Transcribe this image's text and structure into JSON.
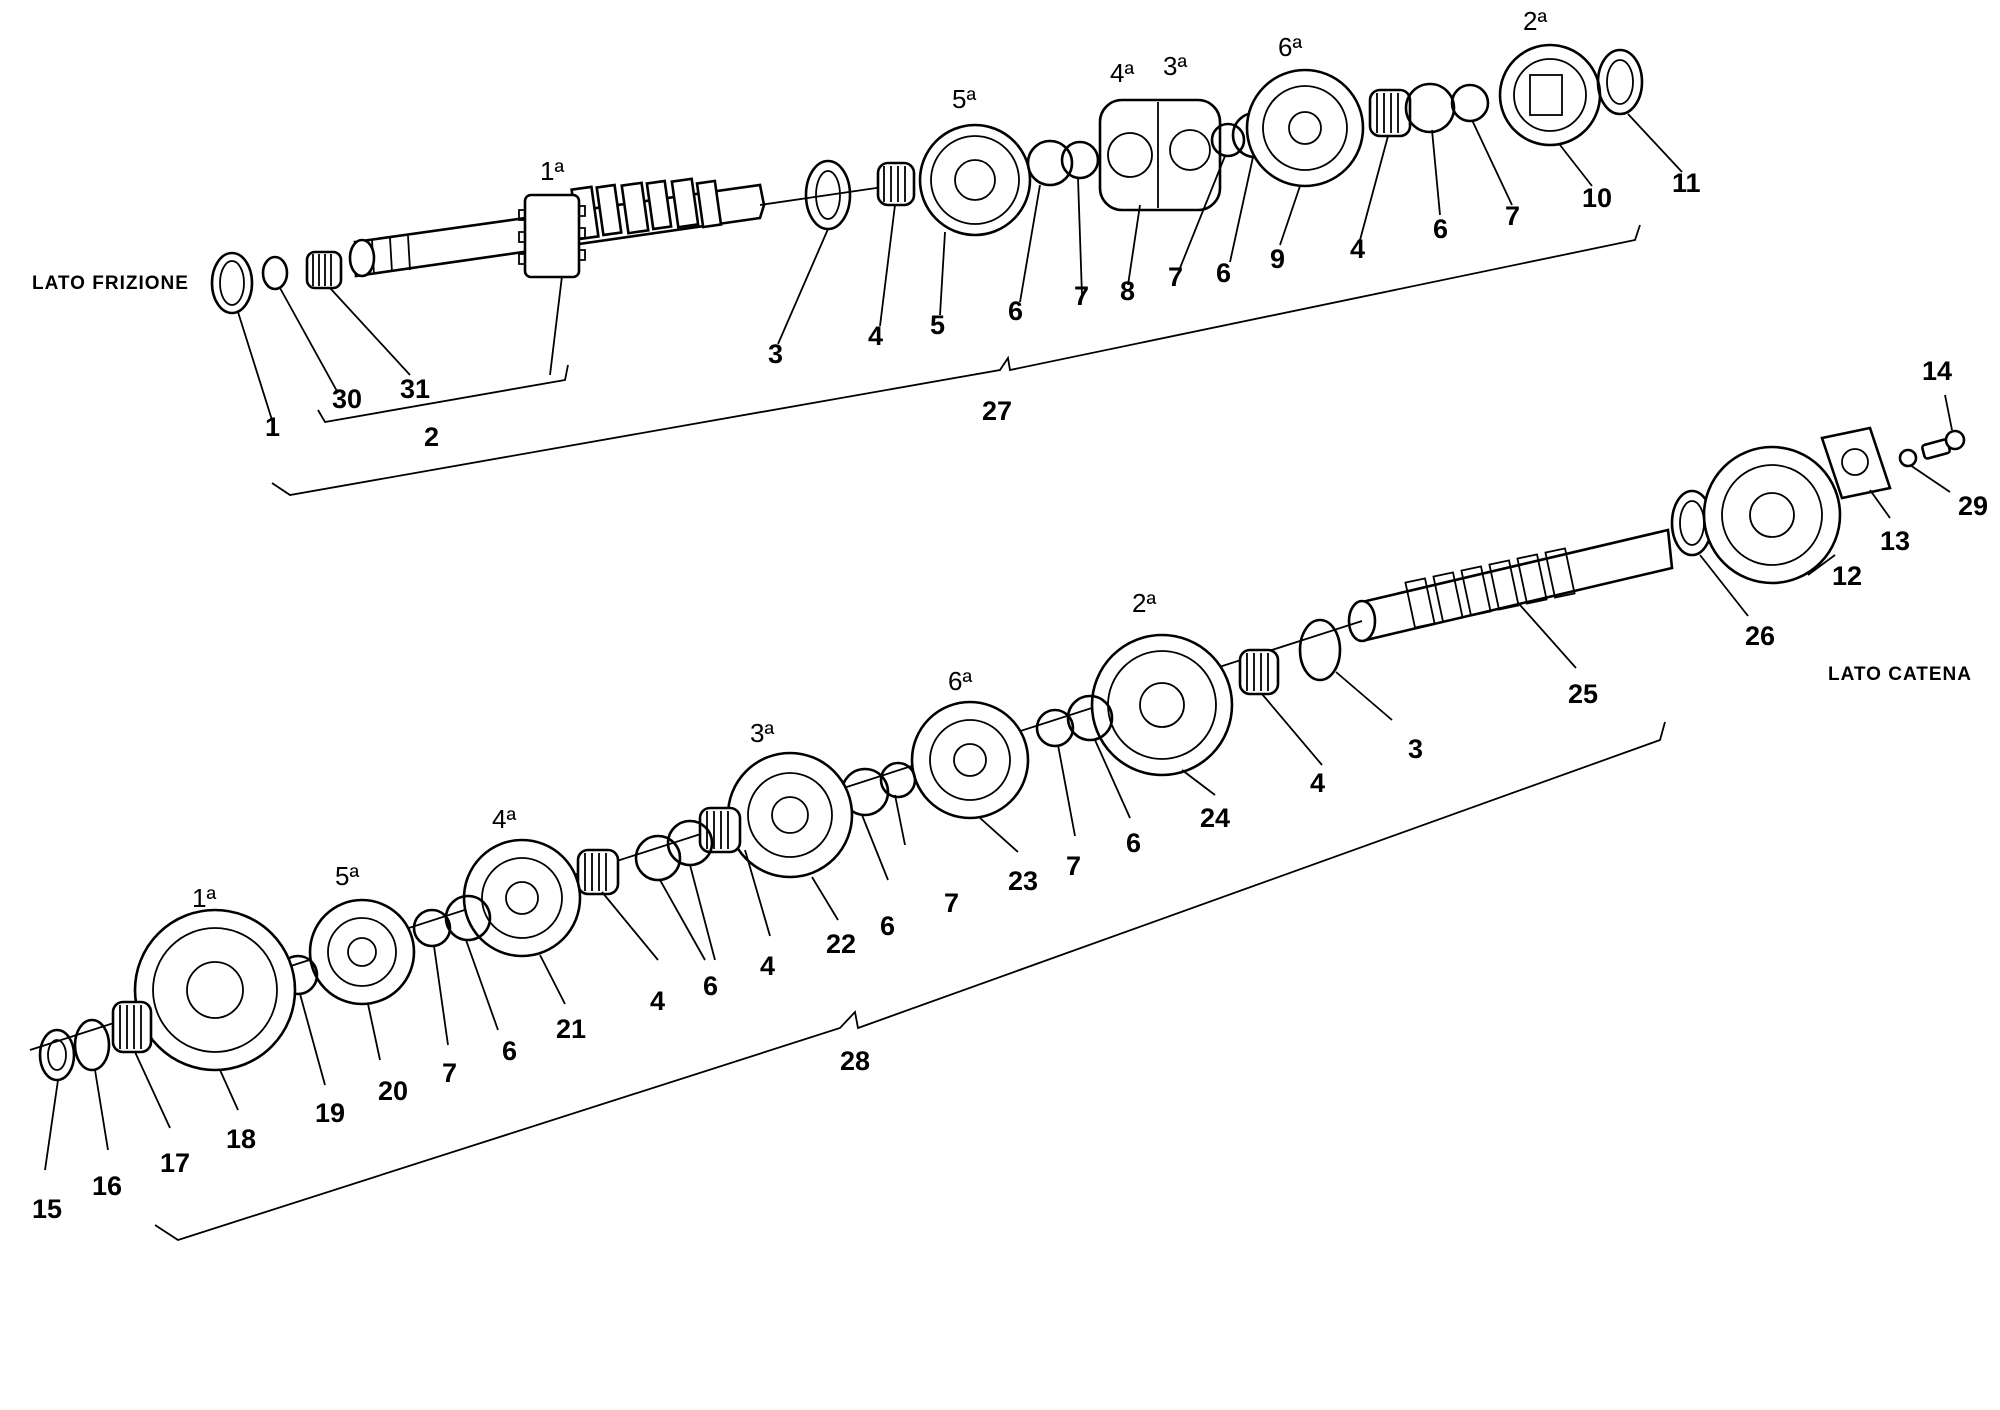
{
  "side_labels": {
    "clutch_side": "LATO FRIZIONE",
    "chain_side": "LATO CATENA"
  },
  "gear_labels": [
    {
      "id": "g1a_top",
      "text": "1ª"
    },
    {
      "id": "g5a_top",
      "text": "5ª"
    },
    {
      "id": "g4a_top",
      "text": "4ª"
    },
    {
      "id": "g3a_top",
      "text": "3ª"
    },
    {
      "id": "g6a_top",
      "text": "6ª"
    },
    {
      "id": "g2a_top",
      "text": "2ª"
    },
    {
      "id": "g2a_bot",
      "text": "2ª"
    },
    {
      "id": "g6a_bot",
      "text": "6ª"
    },
    {
      "id": "g3a_bot",
      "text": "3ª"
    },
    {
      "id": "g4a_bot",
      "text": "4ª"
    },
    {
      "id": "g5a_bot",
      "text": "5ª"
    },
    {
      "id": "g1a_bot",
      "text": "1ª"
    }
  ],
  "callouts": {
    "top": [
      "1",
      "30",
      "31",
      "2",
      "3",
      "4",
      "5",
      "6",
      "7",
      "8",
      "7",
      "6",
      "9",
      "4",
      "6",
      "7",
      "10",
      "11",
      "27"
    ],
    "bottom": [
      "14",
      "29",
      "13",
      "12",
      "26",
      "25",
      "3",
      "4",
      "24",
      "6",
      "7",
      "23",
      "7",
      "6",
      "22",
      "4",
      "6",
      "4",
      "21",
      "6",
      "7",
      "20",
      "19",
      "18",
      "17",
      "16",
      "15",
      "28"
    ]
  }
}
